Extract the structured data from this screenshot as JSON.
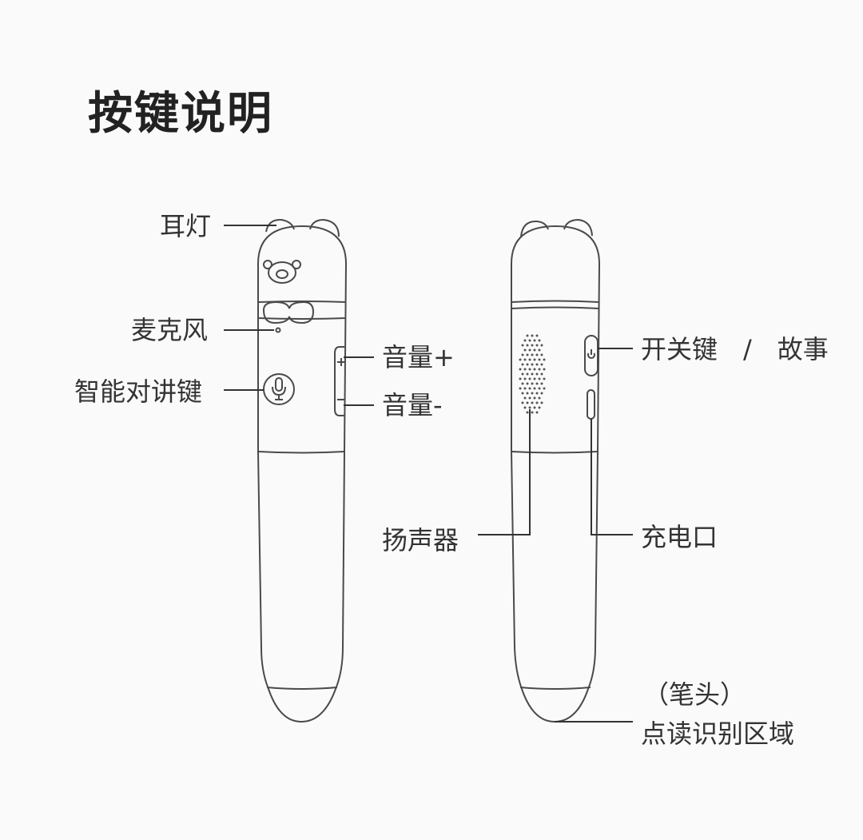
{
  "title": "按键说明",
  "labels": {
    "ear_light": "耳灯",
    "microphone": "麦克风",
    "intercom_key": "智能对讲键",
    "volume_up": "音量+",
    "volume_down": "音量-",
    "speaker": "扬声器",
    "power_story": "开关键　/　故事",
    "charging_port": "充电口",
    "pen_tip_paren": "（笔头）",
    "read_area": "点读识别区域"
  },
  "colors": {
    "line": "#4a4a4a",
    "text": "#333333",
    "background": "#fafafa"
  },
  "icons": [
    "mic-icon",
    "power-icon"
  ]
}
